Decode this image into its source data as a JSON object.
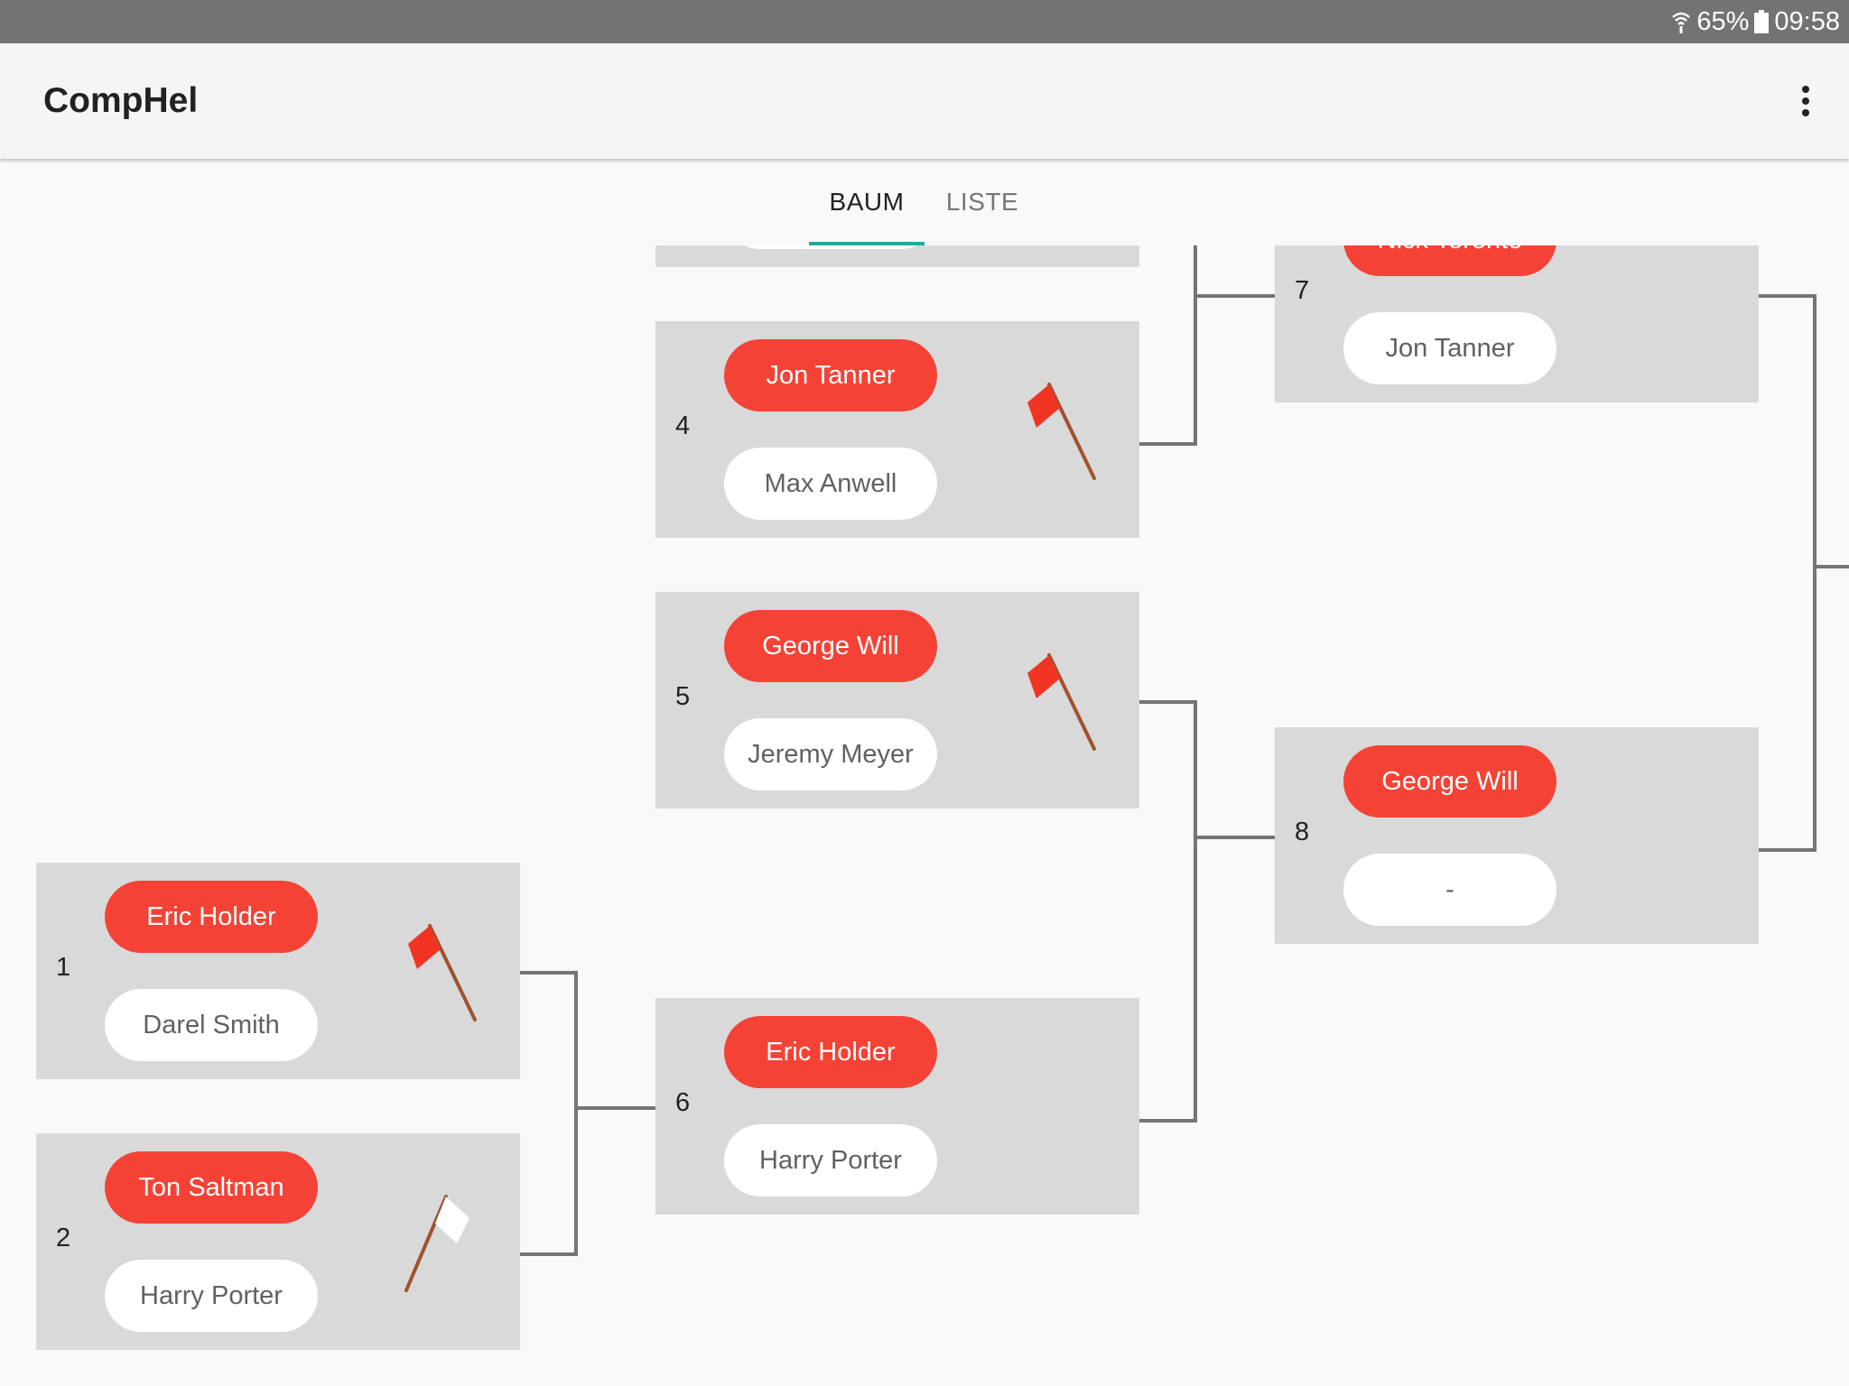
{
  "status_bar": {
    "battery": "65%",
    "time": "09:58"
  },
  "app_bar": {
    "title": "CompHel"
  },
  "tabs": [
    {
      "label": "BAUM"
    },
    {
      "label": "LISTE"
    }
  ],
  "colors": {
    "accent": "#26a69a",
    "winner_pill": "#f44336",
    "match_card": "#d9d9d9",
    "flag_red": "#f13422",
    "flag_pole": "#a0522d"
  },
  "matches": [
    {
      "number": "1",
      "player1": "Eric Holder",
      "player2": "Darel Smith",
      "flag": "red-flag-icon"
    },
    {
      "number": "2",
      "player1": "Ton Saltman",
      "player2": "Harry Porter",
      "flag": "white-flag-icon"
    },
    {
      "number": "",
      "player1": "",
      "player2": ""
    },
    {
      "number": "4",
      "player1": "Jon Tanner",
      "player2": "Max Anwell",
      "flag": "red-flag-icon"
    },
    {
      "number": "5",
      "player1": "George Will",
      "player2": "Jeremy Meyer",
      "flag": "red-flag-icon"
    },
    {
      "number": "6",
      "player1": "Eric Holder",
      "player2": "Harry Porter"
    },
    {
      "number": "7",
      "player1": "Nick Toronto",
      "player2": "Jon Tanner"
    },
    {
      "number": "8",
      "player1": "George Will",
      "player2": "-"
    }
  ]
}
